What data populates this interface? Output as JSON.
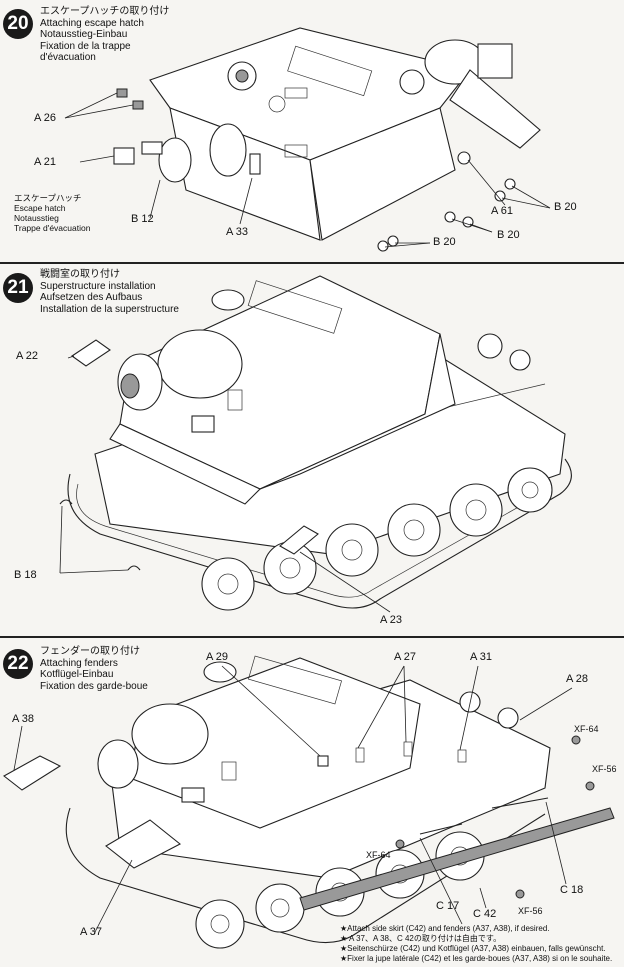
{
  "steps": [
    {
      "number": "20",
      "title_ja": "エスケープハッチの取り付け",
      "title_en": "Attaching escape hatch",
      "title_de": "Notausstieg-Einbau",
      "title_fr": "Fixation de la trappe",
      "title_fr2": "d'évacuation",
      "labels": {
        "a26": "A 26",
        "a21": "A 21",
        "b12": "B 12",
        "a33": "A 33",
        "a61": "A 61",
        "b20_right": "B 20",
        "b20_bottom": "B 20",
        "b20_mid": "B 20"
      },
      "hatch_callout": {
        "ja": "エスケープハッチ",
        "en": "Escape hatch",
        "de": "Notausstieg",
        "fr": "Trappe d'évacuation"
      }
    },
    {
      "number": "21",
      "title_ja": "戦闘室の取り付け",
      "title_en": "Superstructure installation",
      "title_de": "Aufsetzen des Aufbaus",
      "title_fr": "Installation de la superstructure",
      "labels": {
        "a22": "A 22",
        "b18": "B 18",
        "a23": "A 23"
      }
    },
    {
      "number": "22",
      "title_ja": "フェンダーの取り付け",
      "title_en": "Attaching fenders",
      "title_de": "Kotflügel-Einbau",
      "title_fr": "Fixation des garde-boue",
      "labels": {
        "a29": "A 29",
        "a27": "A 27",
        "a31": "A 31",
        "a28": "A 28",
        "a38": "A 38",
        "xf64_top": "XF-64",
        "xf56_top": "XF-56",
        "xf64_mid": "XF-64",
        "c18": "C 18",
        "c17": "C 17",
        "c42": "C 42",
        "xf56_bottom": "XF-56",
        "a37": "A 37"
      }
    }
  ],
  "note": {
    "en": "★Attach side skirt (C42) and fenders (A37, A38), if desired.",
    "ja": "★ A 37、A 38、C 42の取り付けは自由です。",
    "de": "★Seitenschürze (C42) und Kotflügel (A37, A38) einbauen, falls gewünscht.",
    "fr": "★Fixer la jupe latérale (C42) et les garde-boues (A37, A38) si on le souhaite."
  }
}
